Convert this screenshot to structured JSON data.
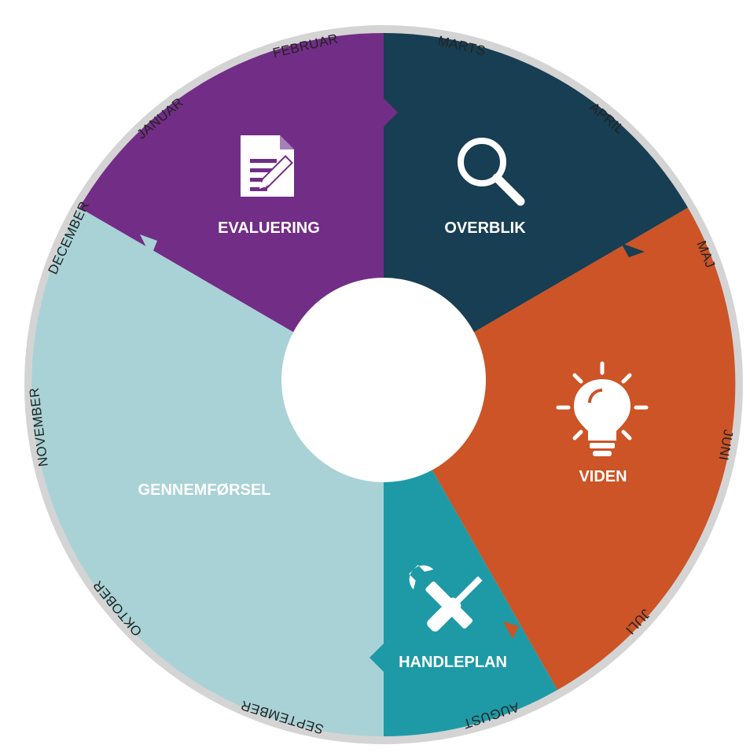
{
  "colors": {
    "rim": "#d4d4d4",
    "evaluering": "#722d86",
    "overblik": "#173e52",
    "viden": "#cc5426",
    "handleplan": "#1e9aa6",
    "gennemforsel": "#a9d2d6",
    "center": "#ffffff"
  },
  "segments": {
    "evaluering": {
      "label": "EVALUERING",
      "icon": "document-pencil-icon"
    },
    "overblik": {
      "label": "OVERBLIK",
      "icon": "magnifier-icon"
    },
    "viden": {
      "label": "VIDEN",
      "icon": "lightbulb-icon"
    },
    "handleplan": {
      "label": "HANDLEPLAN",
      "icon": "wrench-screwdriver-icon"
    },
    "gennemforsel": {
      "label": "GENNEMFØRSEL",
      "icon": ""
    }
  },
  "months": [
    "JANUAR",
    "FEBRUAR",
    "MARTS",
    "APRIL",
    "MAJ",
    "JUNI",
    "JULI",
    "AUGUST",
    "SEPTEMBER",
    "OKTOBER",
    "NOVEMBER",
    "DECEMBER"
  ]
}
